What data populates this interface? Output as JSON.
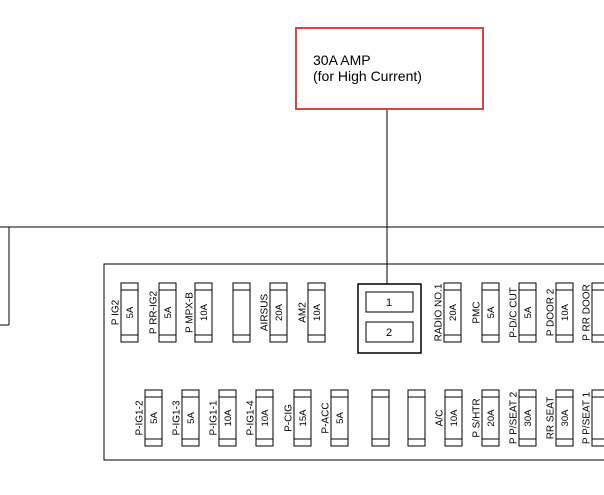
{
  "callout": {
    "line1": "30A AMP",
    "line2": "(for High Current)",
    "border_color": "#d9453f"
  },
  "relay_numbers": [
    "1",
    "2"
  ],
  "top_row": [
    {
      "name": "P IG2",
      "rating": "5A"
    },
    {
      "name": "P RR-IG2",
      "rating": "5A"
    },
    {
      "name": "P MPX-B",
      "rating": "10A"
    },
    {
      "name": "",
      "rating": ""
    },
    {
      "name": "AIRSUS",
      "rating": "20A"
    },
    {
      "name": "AM2",
      "rating": "10A"
    },
    {
      "name": "RADIO NO.1",
      "rating": "20A"
    },
    {
      "name": "PMC",
      "rating": "5A"
    },
    {
      "name": "P-D/C CUT",
      "rating": "5A"
    },
    {
      "name": "P DOOR 2",
      "rating": "10A"
    },
    {
      "name": "P RR DOOR",
      "rating": ""
    }
  ],
  "bottom_row": [
    {
      "name": "P-IG1-2",
      "rating": "5A"
    },
    {
      "name": "P-IG1-3",
      "rating": "5A"
    },
    {
      "name": "P-IG1-1",
      "rating": "10A"
    },
    {
      "name": "P-IG1-4",
      "rating": "10A"
    },
    {
      "name": "P-CIG",
      "rating": "15A"
    },
    {
      "name": "P-ACC",
      "rating": "5A"
    },
    {
      "name": "",
      "rating": ""
    },
    {
      "name": "",
      "rating": ""
    },
    {
      "name": "A/C",
      "rating": "10A"
    },
    {
      "name": "P S/HTR",
      "rating": "20A"
    },
    {
      "name": "P P/SEAT 2",
      "rating": "30A"
    },
    {
      "name": "RR SEAT",
      "rating": "30A"
    },
    {
      "name": "P P/SEAT 1",
      "rating": ""
    }
  ]
}
